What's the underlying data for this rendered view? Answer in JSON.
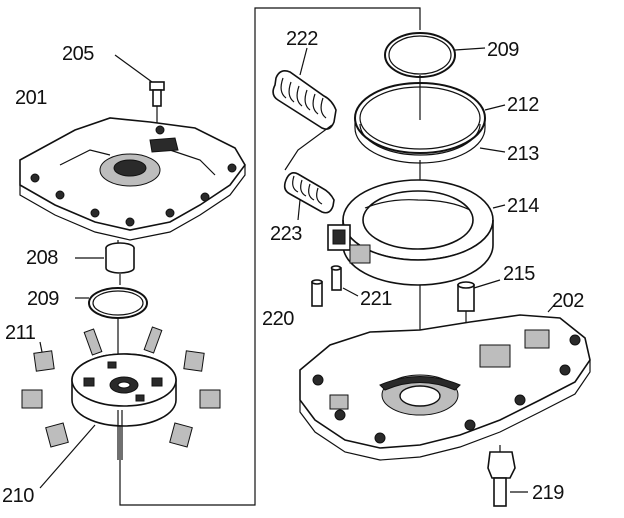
{
  "labels": {
    "l205": "205",
    "l201": "201",
    "l208": "208",
    "l209a": "209",
    "l211": "211",
    "l210": "210",
    "l222": "222",
    "l209b": "209",
    "l212": "212",
    "l213": "213",
    "l214": "214",
    "l223": "223",
    "l215": "215",
    "l202": "202",
    "l220": "220",
    "l221": "221",
    "l219": "219"
  },
  "colors": {
    "line": "#111111",
    "background": "#ffffff"
  }
}
